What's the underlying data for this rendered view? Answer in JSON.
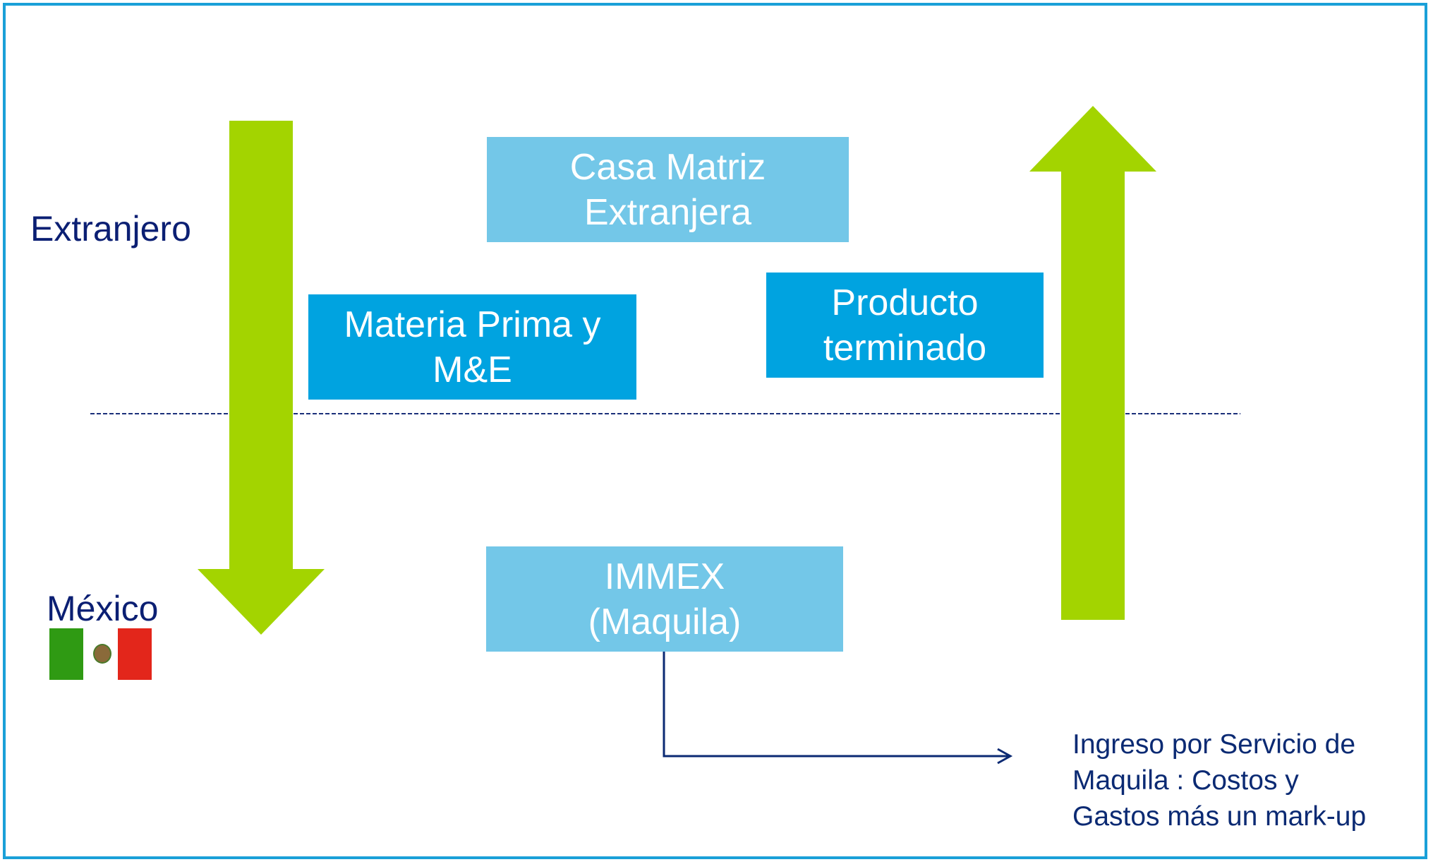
{
  "regions": {
    "foreign_label": "Extranjero",
    "mexico_label": "México"
  },
  "boxes": {
    "parent_company": {
      "lines": [
        "Casa Matriz",
        "Extranjera"
      ]
    },
    "raw_material": {
      "lines": [
        "Materia Prima y",
        "M&E"
      ]
    },
    "finished_product": {
      "lines": [
        "Producto",
        "terminado"
      ]
    },
    "immex": {
      "lines": [
        "IMMEX",
        "(Maquila)"
      ]
    }
  },
  "income_note": {
    "lines": [
      "Ingreso por Servicio de",
      "Maquila : Costos y",
      "Gastos más un mark-up"
    ]
  },
  "colors": {
    "arrow": "#a3d400",
    "box_light": "#73c7e8",
    "box_dark": "#00a3e0",
    "text_dark": "#0b1f73",
    "border": "#1aa0d8"
  },
  "icons": {
    "flag": "mexico-flag-icon"
  }
}
